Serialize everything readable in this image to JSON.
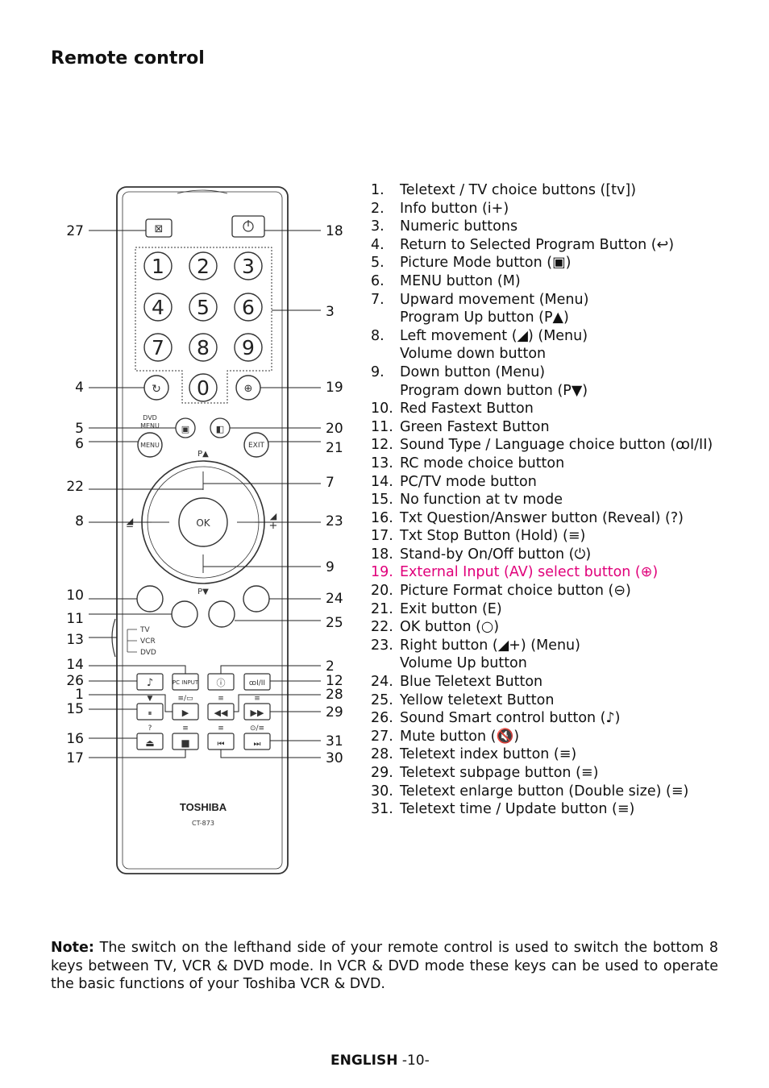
{
  "page": {
    "title": "Remote control",
    "footer_lang": "ENGLISH",
    "footer_page": " -10-"
  },
  "remote": {
    "brand": "TOSHIBA",
    "model": "CT-873",
    "digits": [
      "1",
      "2",
      "3",
      "4",
      "5",
      "6",
      "7",
      "8",
      "9",
      "0"
    ],
    "ok_label": "OK",
    "menu_label": "MENU",
    "exit_label": "EXIT",
    "dvd_menu_label": [
      "DVD",
      "MENU"
    ],
    "pc_input_label": "PC INPUT",
    "p_up_label": "P▲",
    "p_down_label": "P▼",
    "mode_labels": [
      "TV",
      "VCR",
      "DVD"
    ],
    "callouts_left": [
      "27",
      "4",
      "5",
      "6",
      "22",
      "8",
      "10",
      "11",
      "13",
      "14",
      "26",
      "1",
      "15",
      "16",
      "17"
    ],
    "callouts_right": [
      "18",
      "3",
      "19",
      "20",
      "21",
      "7",
      "23",
      "9",
      "24",
      "25",
      "2",
      "12",
      "28",
      "29",
      "31",
      "30"
    ]
  },
  "items": [
    {
      "num": "1.",
      "lines": [
        "Teletext / TV choice buttons ([tv])"
      ]
    },
    {
      "num": "2.",
      "lines": [
        "Info button (i+)"
      ]
    },
    {
      "num": "3.",
      "lines": [
        "Numeric buttons"
      ]
    },
    {
      "num": "4.",
      "lines": [
        "Return to Selected Program Button (↩)"
      ]
    },
    {
      "num": "5.",
      "lines": [
        "Picture Mode button (▣)"
      ]
    },
    {
      "num": "6.",
      "lines": [
        "MENU button (M)"
      ]
    },
    {
      "num": "7.",
      "lines": [
        "Upward movement (Menu)",
        "Program Up button (P▲)"
      ]
    },
    {
      "num": "8.",
      "lines": [
        "Left movement (◢) (Menu)",
        "Volume down button"
      ]
    },
    {
      "num": "9.",
      "lines": [
        "Down button (Menu)",
        "Program down button (P▼)"
      ]
    },
    {
      "num": "10.",
      "lines": [
        "Red Fastext Button"
      ]
    },
    {
      "num": "11.",
      "lines": [
        "Green Fastext Button"
      ]
    },
    {
      "num": "12.",
      "lines": [
        "Sound Type / Language choice button (ꝏI/II)"
      ]
    },
    {
      "num": "13.",
      "lines": [
        "RC mode choice button"
      ]
    },
    {
      "num": "14.",
      "lines": [
        "PC/TV mode button"
      ]
    },
    {
      "num": "15.",
      "lines": [
        "No function at tv mode"
      ]
    },
    {
      "num": "16.",
      "lines": [
        "Txt Question/Answer button (Reveal) (?)"
      ]
    },
    {
      "num": "17.",
      "lines": [
        "Txt Stop Button (Hold) (≡)"
      ]
    },
    {
      "num": "18.",
      "lines": [
        "Stand-by On/Off button (⏻)"
      ]
    },
    {
      "num": "19.",
      "lines": [
        "External Input (AV) select button (⊕)"
      ],
      "highlight": true
    },
    {
      "num": "20.",
      "lines": [
        "Picture Format choice button (⊖)"
      ]
    },
    {
      "num": "21.",
      "lines": [
        "Exit button (E)"
      ]
    },
    {
      "num": "22.",
      "lines": [
        "OK button (○)"
      ]
    },
    {
      "num": "23.",
      "lines": [
        "Right button (◢+) (Menu)",
        "Volume Up button"
      ]
    },
    {
      "num": "24.",
      "lines": [
        "Blue Teletext Button"
      ]
    },
    {
      "num": "25.",
      "lines": [
        "Yellow teletext Button"
      ]
    },
    {
      "num": "26.",
      "lines": [
        "Sound Smart control button (♪)"
      ]
    },
    {
      "num": "27.",
      "lines": [
        "Mute button (🔇)"
      ]
    },
    {
      "num": "28.",
      "lines": [
        "Teletext index button (≡)"
      ]
    },
    {
      "num": "29.",
      "lines": [
        "Teletext subpage button (≡)"
      ]
    },
    {
      "num": "30.",
      "lines": [
        "Teletext enlarge button (Double size) (≡)"
      ]
    },
    {
      "num": "31.",
      "lines": [
        "Teletext time / Update button (≡)"
      ]
    }
  ],
  "note": {
    "label": "Note:",
    "text": " The switch on the lefthand side of your remote control is used to switch the bottom 8 keys between TV, VCR & DVD mode. In VCR & DVD mode these keys can be used to operate the basic functions of your Toshiba VCR & DVD."
  },
  "colors": {
    "highlight": "#e0007a",
    "text": "#111111"
  }
}
